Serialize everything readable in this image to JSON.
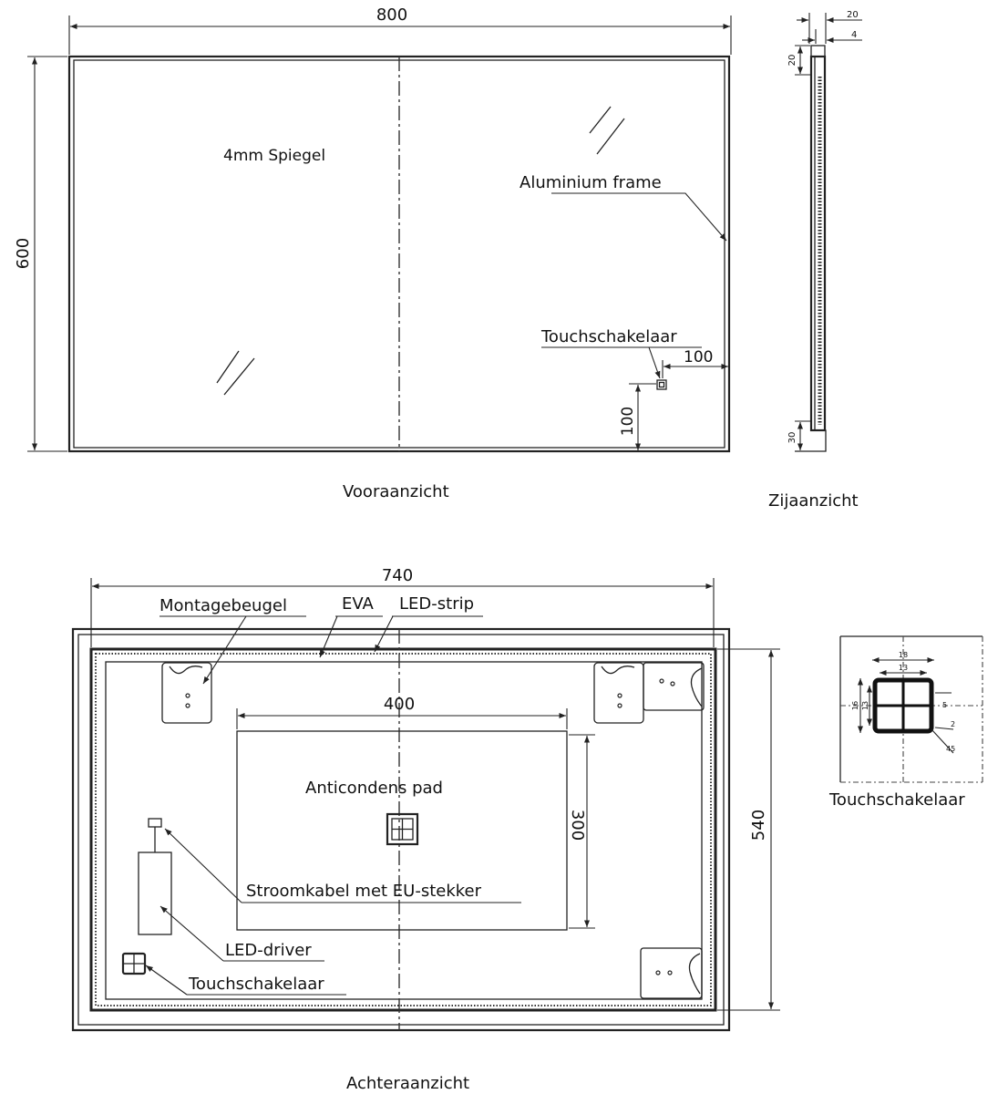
{
  "front_view": {
    "title": "Vooraanzicht",
    "width_dim": "800",
    "height_dim": "600",
    "mirror_label": "4mm Spiegel",
    "frame_label": "Aluminium frame",
    "switch_label": "Touchschakelaar",
    "switch_offset_x": "100",
    "switch_offset_y": "100"
  },
  "side_view": {
    "title": "Zijaanzicht",
    "depth_dim": "20",
    "glass_dim": "4",
    "top_dim": "20",
    "bottom_dim": "30"
  },
  "back_view": {
    "title": "Achteraanzicht",
    "width_dim": "740",
    "height_dim": "540",
    "bracket_label": "Montagebeugel",
    "eva_label": "EVA",
    "led_strip_label": "LED-strip",
    "pad_width_dim": "400",
    "pad_height_dim": "300",
    "pad_label": "Anticondens pad",
    "cable_label": "Stroomkabel met EU-stekker",
    "driver_label": "LED-driver",
    "switch_label": "Touchschakelaar"
  },
  "switch_detail": {
    "title": "Touchschakelaar",
    "outer_width": "18",
    "inner_width": "13",
    "outer_height": "16",
    "inner_height": "13",
    "dim_a": "5",
    "dim_b": "2",
    "dim_c": "45"
  }
}
